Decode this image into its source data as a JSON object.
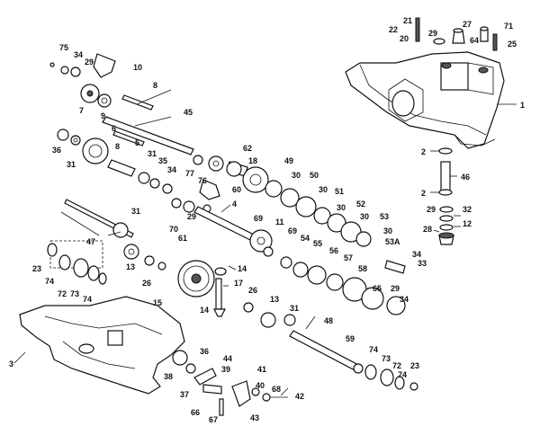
{
  "diagram": {
    "labels": {
      "l1": "1",
      "l2a": "2",
      "l2b": "2",
      "l3": "3",
      "l4": "4",
      "l5": "5",
      "l6": "6",
      "l7": "7",
      "l8a": "8",
      "l8b": "8",
      "l9": "9",
      "l10": "10",
      "l11": "11",
      "l12": "12",
      "l13a": "13",
      "l13b": "13",
      "l14a": "14",
      "l14b": "14",
      "l15": "15",
      "l17": "17",
      "l18": "18",
      "l20": "20",
      "l21": "21",
      "l22": "22",
      "l23a": "23",
      "l23b": "23",
      "l25": "25",
      "l26a": "26",
      "l26b": "26",
      "l27": "27",
      "l28": "28",
      "l29a": "29",
      "l29b": "29",
      "l29c": "29",
      "l29d": "29",
      "l29e": "29",
      "l30a": "30",
      "l30b": "30",
      "l30c": "30",
      "l30d": "30",
      "l30e": "30",
      "l31a": "31",
      "l31b": "31",
      "l31c": "31",
      "l31d": "31",
      "l32": "32",
      "l33": "33",
      "l34a": "34",
      "l34b": "34",
      "l34c": "34",
      "l34d": "34",
      "l35": "35",
      "l36a": "36",
      "l36b": "36",
      "l37": "37",
      "l38": "38",
      "l39": "39",
      "l40": "40",
      "l41": "41",
      "l42": "42",
      "l43": "43",
      "l44": "44",
      "l45": "45",
      "l46": "46",
      "l47": "47",
      "l48": "48",
      "l49": "49",
      "l50": "50",
      "l51": "51",
      "l52": "52",
      "l53": "53",
      "l53a": "53A",
      "l54": "54",
      "l55": "55",
      "l56": "56",
      "l57": "57",
      "l58": "58",
      "l59": "59",
      "l60": "60",
      "l61": "61",
      "l62": "62",
      "l64": "64",
      "l65": "65",
      "l66": "66",
      "l67": "67",
      "l68": "68",
      "l69a": "69",
      "l69b": "69",
      "l70": "70",
      "l71": "71",
      "l72a": "72",
      "l72b": "72",
      "l73a": "73",
      "l73b": "73",
      "l74a": "74",
      "l74b": "74",
      "l74c": "74",
      "l74d": "74",
      "l75": "75",
      "l76": "76",
      "l77": "77"
    }
  }
}
